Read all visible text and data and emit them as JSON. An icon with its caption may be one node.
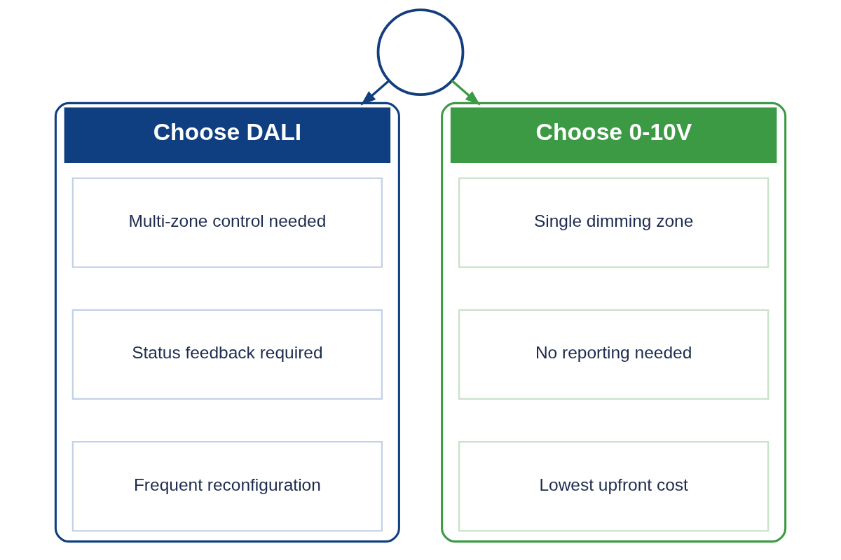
{
  "diagram": {
    "nodes": [
      {
        "text": [],
        "shape": "circle"
      },
      {
        "text": [
          "Choose DALI"
        ]
      },
      {
        "text": [
          "Multi-zone control needed"
        ],
        "in": 1
      },
      {
        "text": [
          "Status feedback required"
        ],
        "in": 1
      },
      {
        "text": [
          "Frequent reconfiguration"
        ],
        "in": 1
      },
      {
        "text": [
          "Choose 0-10V"
        ]
      },
      {
        "text": [
          "Single dimming zone"
        ],
        "in": 5
      },
      {
        "text": [
          "No reporting needed"
        ],
        "in": 5
      },
      {
        "text": [
          "Lowest upfront cost"
        ],
        "in": 5
      }
    ],
    "edges": [
      {
        "from": 0,
        "to": 1,
        "arrow": "to",
        "color": "#133f7f"
      },
      {
        "from": 0,
        "to": 5,
        "arrow": "to",
        "color": "#3b9a43"
      }
    ]
  }
}
